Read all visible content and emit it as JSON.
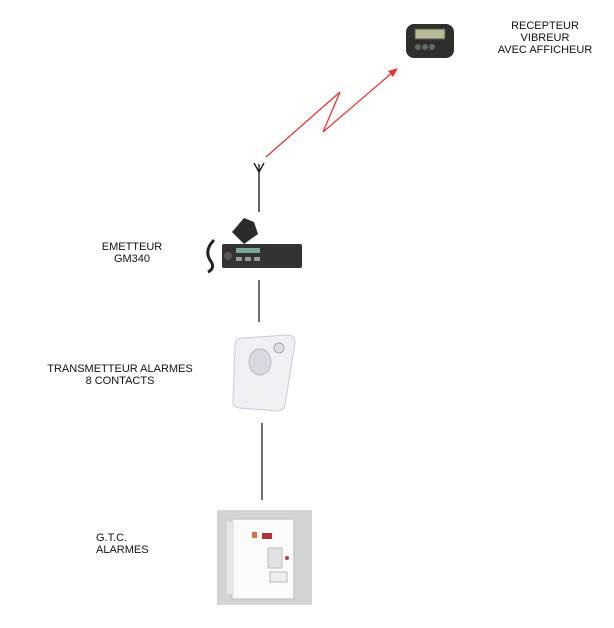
{
  "nodes": {
    "receiver": {
      "lines": [
        "RECEPTEUR",
        "VIBREUR",
        "AVEC AFFICHEUR"
      ]
    },
    "emitter": {
      "lines": [
        "EMETTEUR",
        "GM340"
      ]
    },
    "transmitter": {
      "lines": [
        "TRANSMETTEUR ALARMES",
        "8 CONTACTS"
      ]
    },
    "gtc": {
      "lines": [
        "G.T.C.",
        "ALARMES"
      ]
    }
  },
  "colors": {
    "radio_link": "#e53535",
    "wire": "#222222"
  }
}
